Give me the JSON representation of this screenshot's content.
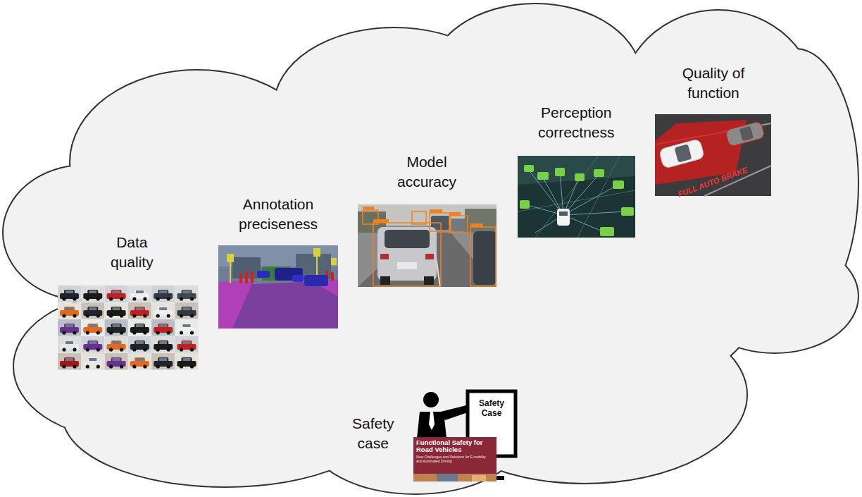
{
  "diagram": {
    "labels": [
      "Data quality",
      "Annotation preciseness",
      "Model accuracy",
      "Perception correctness",
      "Quality of function",
      "FULL AUTO BRAKE",
      "Safety case",
      "Safety Case",
      "Functional Safety for Road Vehicles",
      "New Challenges and Solutions for E-mobility and Automated Driving"
    ]
  }
}
